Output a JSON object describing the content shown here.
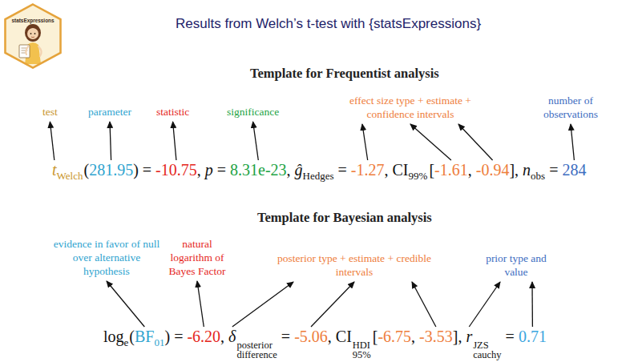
{
  "diagram": {
    "title": "Results from Welch’s t-test with {statsExpressions}",
    "nodes": [
      {
        "text": [
          "statsExpressions"
        ]
      }
    ],
    "labels": [
      "Template for Frequentist analysis",
      "test",
      "parameter",
      "statistic",
      "significance",
      "effect size type + estimate + confidence intervals",
      "number of observations",
      "t",
      "Welch",
      "(",
      "281.95",
      ")",
      "=",
      "-10.75",
      ",",
      "p",
      "=",
      "8.31e-23",
      ",",
      "ĝ",
      "Hedges",
      "=",
      "-1.27",
      ",",
      "CI",
      "99%",
      "[",
      "-1.61",
      ",",
      "-0.94",
      "],",
      "n",
      "obs",
      "=",
      "284",
      "Template for Bayesian analysis",
      "evidence in favor of null over alternative hypothesis",
      "natural logarithm of Bayes Factor",
      "posterior type + estimate + credible intervals",
      "prior type and value",
      "log",
      "e",
      "(",
      "BF",
      "01",
      ")",
      "=",
      "-6.20",
      ",",
      "δ",
      "posterior",
      "difference",
      "=",
      "-5.06",
      ",",
      "CI",
      "HDI",
      "95%",
      "[",
      "-6.75",
      ",",
      "-3.53",
      "],",
      "r",
      "JZS",
      "cauchy",
      "=",
      "0.71"
    ]
  }
}
